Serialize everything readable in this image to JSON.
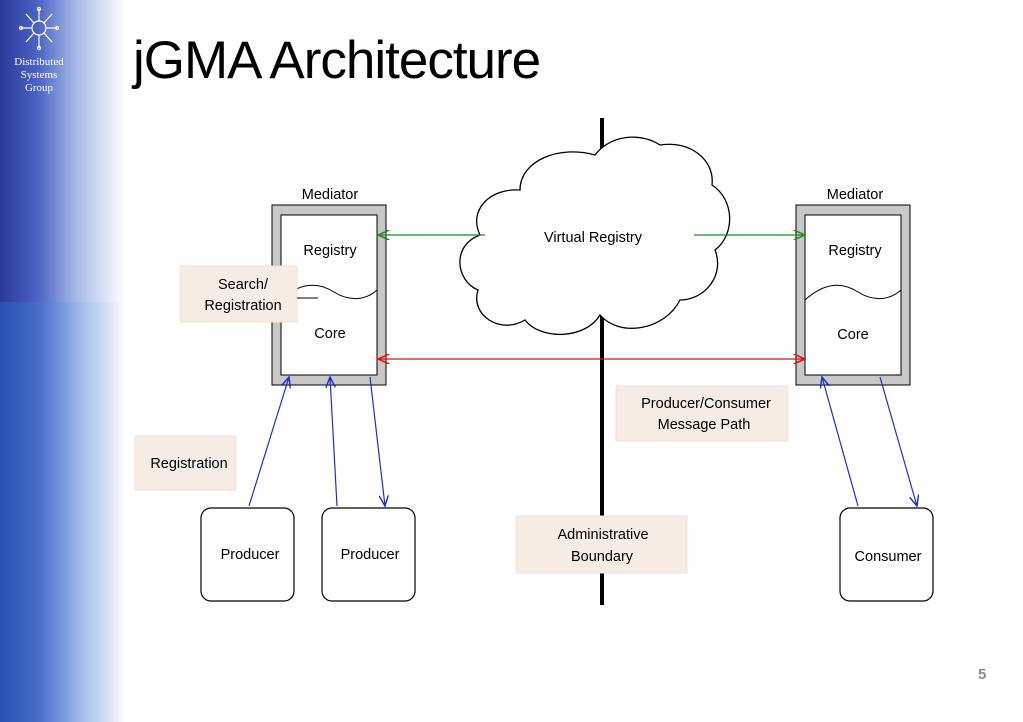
{
  "branding": {
    "line1": "Distributed",
    "line2": "Systems",
    "line3": "Group",
    "icon": "network-star-icon"
  },
  "slide": {
    "title": "jGMA Architecture",
    "page_number": "5"
  },
  "diagram": {
    "cloud_label": "Virtual Registry",
    "left_mediator": {
      "title": "Mediator",
      "registry": "Registry",
      "core": "Core"
    },
    "right_mediator": {
      "title": "Mediator",
      "registry": "Registry",
      "core": "Core"
    },
    "notes": {
      "search_line1": "Search/",
      "search_line2": "Registration",
      "registration": "Registration",
      "message_line1": "Producer/Consumer",
      "message_line2": "Message Path",
      "boundary_line1": "Administrative",
      "boundary_line2": "Boundary"
    },
    "components": {
      "producer_1": "Producer",
      "producer_2": "Producer",
      "consumer": "Consumer"
    },
    "colors": {
      "registry_link": "#1e8c1e",
      "message_link": "#e01010",
      "registration_link": "#1a2fd0",
      "note_fill": "#f7ece4",
      "mediator_fill": "#c8c8c8"
    }
  }
}
